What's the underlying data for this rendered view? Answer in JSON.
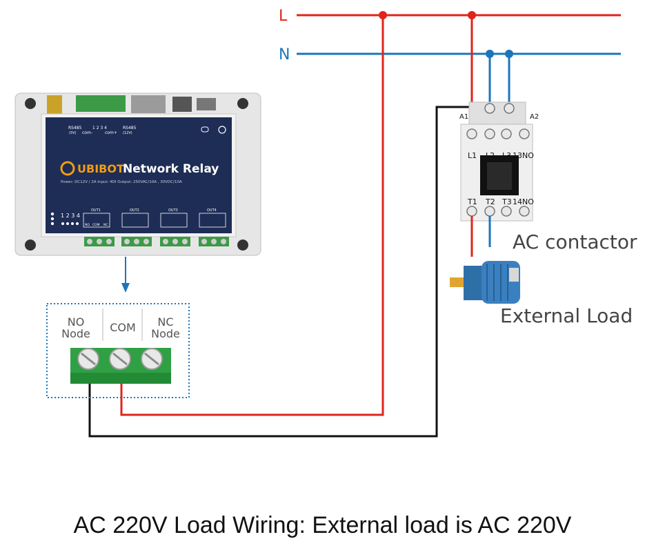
{
  "lines": {
    "live": "L",
    "neutral": "N"
  },
  "colors": {
    "live": "#e2231a",
    "neutral": "#1b75bc",
    "control": "#111111",
    "device_body": "#1e2d55",
    "terminal_green": "#2fa043"
  },
  "relay": {
    "brand": "UBIBOT",
    "title": "Network Relay",
    "spec": "Power: DC12V / 2A   Input: 4DI   Output: 250VAC/10A , 30VDC/10A",
    "rs485_left": "RS485",
    "rs485_left_v": "(5V)",
    "com_minus": "com-",
    "digits": "1 2 3 4",
    "rs485_right": "RS485",
    "rs485_right_v": "(12V)",
    "com_plus": "com+",
    "outputs": [
      "OUT1",
      "OUT2",
      "OUT3",
      "OUT4"
    ],
    "out_terms": [
      "NO",
      "COM",
      "NC"
    ],
    "led_digits": "1 2 3 4"
  },
  "terminal_block": {
    "no_label": "NO\nNode",
    "com_label": "COM",
    "nc_label": "NC\nNode"
  },
  "contactor": {
    "coil_a1": "A1",
    "coil_a2": "A2",
    "top_terms": [
      "L1",
      "L2",
      "L3",
      "13NO"
    ],
    "bottom_terms": [
      "T1",
      "T2",
      "T3",
      "14NO"
    ],
    "label": "AC contactor"
  },
  "load": {
    "label": "External Load"
  },
  "caption": "AC 220V Load Wiring: External load is AC 220V"
}
